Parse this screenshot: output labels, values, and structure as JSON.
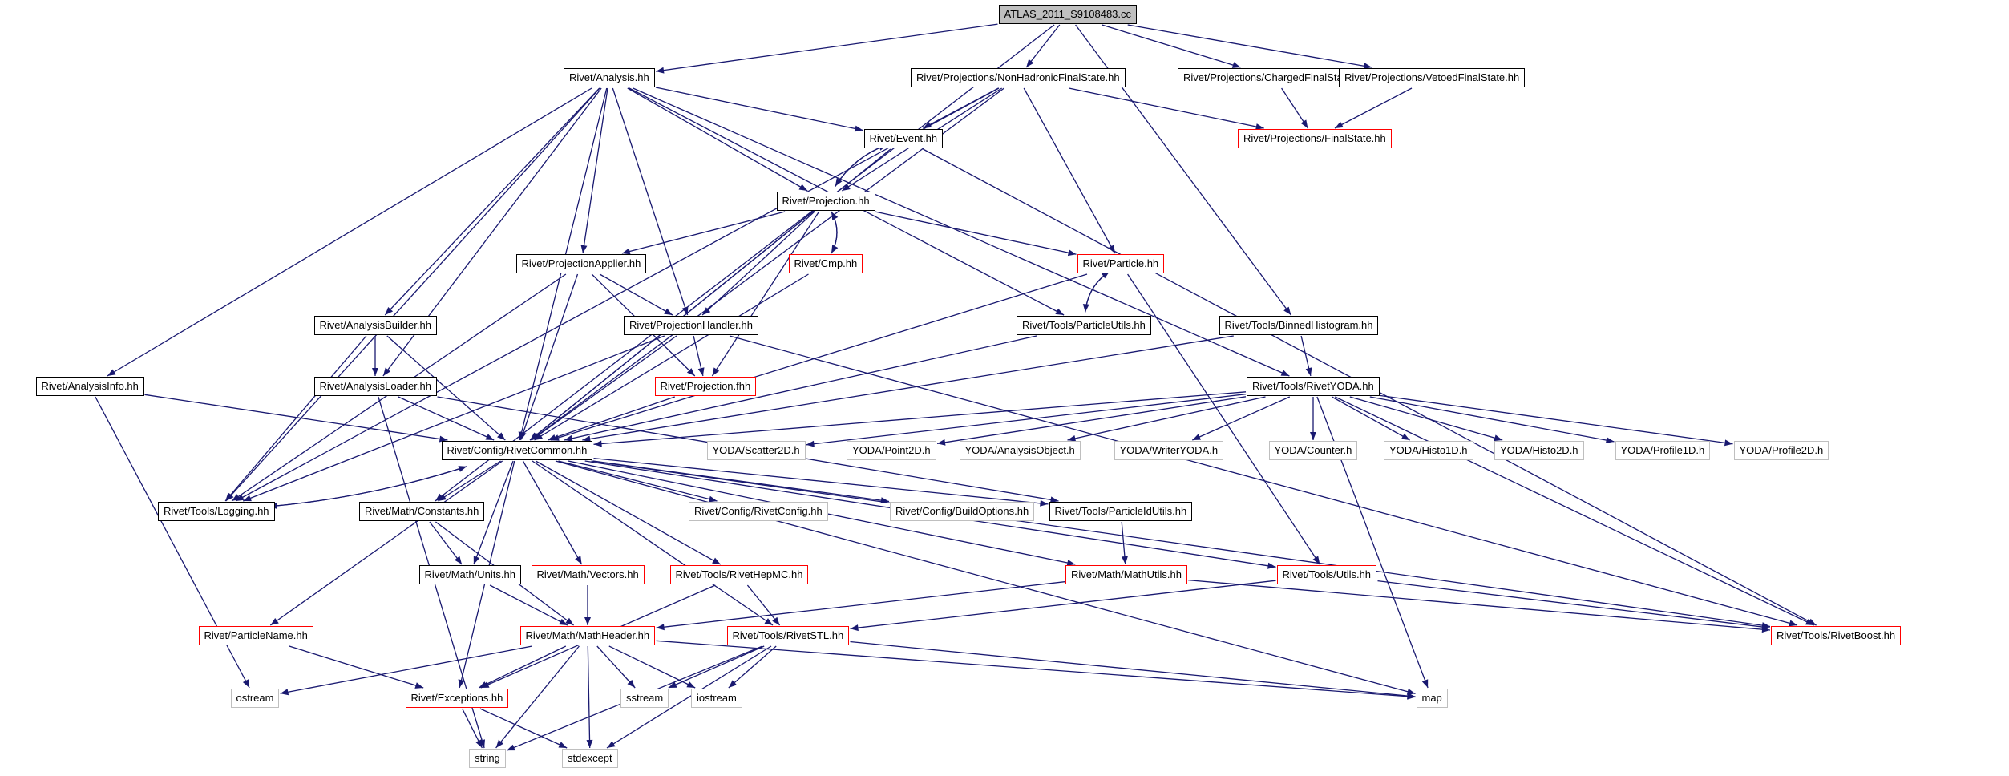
{
  "nodes": [
    {
      "id": "root",
      "label": "ATLAS_2011_S9108483.cc",
      "style": "root"
    },
    {
      "id": "analysis",
      "label": "Rivet/Analysis.hh",
      "style": "normal"
    },
    {
      "id": "nhfs",
      "label": "Rivet/Projections/NonHadronicFinalState.hh",
      "style": "normal"
    },
    {
      "id": "cfs",
      "label": "Rivet/Projections/ChargedFinalState.hh",
      "style": "normal"
    },
    {
      "id": "vfs",
      "label": "Rivet/Projections/VetoedFinalState.hh",
      "style": "normal"
    },
    {
      "id": "finalstate",
      "label": "Rivet/Projections/FinalState.hh",
      "style": "red"
    },
    {
      "id": "event",
      "label": "Rivet/Event.hh",
      "style": "normal"
    },
    {
      "id": "projection",
      "label": "Rivet/Projection.hh",
      "style": "normal"
    },
    {
      "id": "projapplier",
      "label": "Rivet/ProjectionApplier.hh",
      "style": "normal"
    },
    {
      "id": "cmp",
      "label": "Rivet/Cmp.hh",
      "style": "red"
    },
    {
      "id": "particle",
      "label": "Rivet/Particle.hh",
      "style": "red"
    },
    {
      "id": "anabuilder",
      "label": "Rivet/AnalysisBuilder.hh",
      "style": "normal"
    },
    {
      "id": "projhandler",
      "label": "Rivet/ProjectionHandler.hh",
      "style": "normal"
    },
    {
      "id": "particleutils",
      "label": "Rivet/Tools/ParticleUtils.hh",
      "style": "normal"
    },
    {
      "id": "binnedhisto",
      "label": "Rivet/Tools/BinnedHistogram.hh",
      "style": "normal"
    },
    {
      "id": "anainfo",
      "label": "Rivet/AnalysisInfo.hh",
      "style": "normal"
    },
    {
      "id": "analoader",
      "label": "Rivet/AnalysisLoader.hh",
      "style": "normal"
    },
    {
      "id": "projfhh",
      "label": "Rivet/Projection.fhh",
      "style": "red"
    },
    {
      "id": "rivetyoda",
      "label": "Rivet/Tools/RivetYODA.hh",
      "style": "normal"
    },
    {
      "id": "rivetcommon",
      "label": "Rivet/Config/RivetCommon.hh",
      "style": "normal"
    },
    {
      "id": "scatter2d",
      "label": "YODA/Scatter2D.h",
      "style": "ext"
    },
    {
      "id": "point2d",
      "label": "YODA/Point2D.h",
      "style": "ext"
    },
    {
      "id": "anaobject",
      "label": "YODA/AnalysisObject.h",
      "style": "ext"
    },
    {
      "id": "writeryoda",
      "label": "YODA/WriterYODA.h",
      "style": "ext"
    },
    {
      "id": "counter",
      "label": "YODA/Counter.h",
      "style": "ext"
    },
    {
      "id": "histo1d",
      "label": "YODA/Histo1D.h",
      "style": "ext"
    },
    {
      "id": "histo2d",
      "label": "YODA/Histo2D.h",
      "style": "ext"
    },
    {
      "id": "profile1d",
      "label": "YODA/Profile1D.h",
      "style": "ext"
    },
    {
      "id": "profile2d",
      "label": "YODA/Profile2D.h",
      "style": "ext"
    },
    {
      "id": "logging",
      "label": "Rivet/Tools/Logging.hh",
      "style": "normal"
    },
    {
      "id": "constants",
      "label": "Rivet/Math/Constants.hh",
      "style": "normal"
    },
    {
      "id": "rivetconfig",
      "label": "Rivet/Config/RivetConfig.hh",
      "style": "ext"
    },
    {
      "id": "buildoptions",
      "label": "Rivet/Config/BuildOptions.hh",
      "style": "ext"
    },
    {
      "id": "particleidutils",
      "label": "Rivet/Tools/ParticleIdUtils.hh",
      "style": "normal"
    },
    {
      "id": "units",
      "label": "Rivet/Math/Units.hh",
      "style": "normal"
    },
    {
      "id": "vectors",
      "label": "Rivet/Math/Vectors.hh",
      "style": "red"
    },
    {
      "id": "rivethepmc",
      "label": "Rivet/Tools/RivetHepMC.hh",
      "style": "red"
    },
    {
      "id": "mathutils",
      "label": "Rivet/Math/MathUtils.hh",
      "style": "red"
    },
    {
      "id": "toolsutils",
      "label": "Rivet/Tools/Utils.hh",
      "style": "red"
    },
    {
      "id": "particlename",
      "label": "Rivet/ParticleName.hh",
      "style": "red"
    },
    {
      "id": "mathheader",
      "label": "Rivet/Math/MathHeader.hh",
      "style": "red"
    },
    {
      "id": "rivetstl",
      "label": "Rivet/Tools/RivetSTL.hh",
      "style": "red"
    },
    {
      "id": "rivetboost",
      "label": "Rivet/Tools/RivetBoost.hh",
      "style": "red"
    },
    {
      "id": "ostream",
      "label": "ostream",
      "style": "ext"
    },
    {
      "id": "exceptions",
      "label": "Rivet/Exceptions.hh",
      "style": "red"
    },
    {
      "id": "sstream",
      "label": "sstream",
      "style": "ext"
    },
    {
      "id": "iostream",
      "label": "iostream",
      "style": "ext"
    },
    {
      "id": "map",
      "label": "map",
      "style": "ext"
    },
    {
      "id": "string",
      "label": "string",
      "style": "ext"
    },
    {
      "id": "stdexcept",
      "label": "stdexcept",
      "style": "ext"
    }
  ],
  "edges": [
    [
      "root",
      "analysis"
    ],
    [
      "root",
      "nhfs"
    ],
    [
      "root",
      "cfs"
    ],
    [
      "root",
      "vfs"
    ],
    [
      "root",
      "binnedhisto"
    ],
    [
      "root",
      "constants"
    ],
    [
      "nhfs",
      "finalstate"
    ],
    [
      "cfs",
      "finalstate"
    ],
    [
      "vfs",
      "finalstate"
    ],
    [
      "nhfs",
      "event"
    ],
    [
      "nhfs",
      "projection"
    ],
    [
      "nhfs",
      "particle"
    ],
    [
      "nhfs",
      "rivetcommon"
    ],
    [
      "nhfs",
      "logging"
    ],
    [
      "analysis",
      "event"
    ],
    [
      "analysis",
      "projection"
    ],
    [
      "analysis",
      "projapplier"
    ],
    [
      "analysis",
      "projhandler"
    ],
    [
      "analysis",
      "anabuilder"
    ],
    [
      "analysis",
      "anainfo"
    ],
    [
      "analysis",
      "analoader"
    ],
    [
      "analysis",
      "logging"
    ],
    [
      "analysis",
      "rivetcommon"
    ],
    [
      "analysis",
      "particleutils"
    ],
    [
      "analysis",
      "rivetyoda"
    ],
    [
      "event",
      "projection"
    ],
    [
      "projection",
      "event"
    ],
    [
      "event",
      "rivetcommon"
    ],
    [
      "event",
      "rivetboost"
    ],
    [
      "projection",
      "cmp"
    ],
    [
      "cmp",
      "projection"
    ],
    [
      "projection",
      "particle"
    ],
    [
      "projection",
      "projapplier"
    ],
    [
      "projection",
      "projhandler"
    ],
    [
      "projection",
      "projfhh"
    ],
    [
      "projection",
      "rivetcommon"
    ],
    [
      "particle",
      "particleutils"
    ],
    [
      "particleutils",
      "particle"
    ],
    [
      "particle",
      "rivetcommon"
    ],
    [
      "particle",
      "toolsutils"
    ],
    [
      "particleutils",
      "rivetcommon"
    ],
    [
      "cmp",
      "rivetcommon"
    ],
    [
      "projapplier",
      "projhandler"
    ],
    [
      "projapplier",
      "projfhh"
    ],
    [
      "projapplier",
      "logging"
    ],
    [
      "projapplier",
      "rivetcommon"
    ],
    [
      "projhandler",
      "projfhh"
    ],
    [
      "projhandler",
      "rivetcommon"
    ],
    [
      "projhandler",
      "logging"
    ],
    [
      "projhandler",
      "rivetboost"
    ],
    [
      "projfhh",
      "rivetcommon"
    ],
    [
      "anabuilder",
      "analoader"
    ],
    [
      "anabuilder",
      "logging"
    ],
    [
      "anabuilder",
      "rivetcommon"
    ],
    [
      "analoader",
      "rivetcommon"
    ],
    [
      "analoader",
      "particleidutils"
    ],
    [
      "analoader",
      "string"
    ],
    [
      "anainfo",
      "rivetcommon"
    ],
    [
      "anainfo",
      "ostream"
    ],
    [
      "binnedhisto",
      "rivetyoda"
    ],
    [
      "binnedhisto",
      "rivetcommon"
    ],
    [
      "rivetyoda",
      "rivetcommon"
    ],
    [
      "rivetyoda",
      "scatter2d"
    ],
    [
      "rivetyoda",
      "point2d"
    ],
    [
      "rivetyoda",
      "anaobject"
    ],
    [
      "rivetyoda",
      "writeryoda"
    ],
    [
      "rivetyoda",
      "counter"
    ],
    [
      "rivetyoda",
      "histo1d"
    ],
    [
      "rivetyoda",
      "histo2d"
    ],
    [
      "rivetyoda",
      "profile1d"
    ],
    [
      "rivetyoda",
      "profile2d"
    ],
    [
      "rivetyoda",
      "rivetboost"
    ],
    [
      "rivetyoda",
      "map"
    ],
    [
      "rivetcommon",
      "logging"
    ],
    [
      "logging",
      "rivetcommon"
    ],
    [
      "rivetcommon",
      "constants"
    ],
    [
      "rivetcommon",
      "units"
    ],
    [
      "rivetcommon",
      "vectors"
    ],
    [
      "rivetcommon",
      "rivethepmc"
    ],
    [
      "rivetcommon",
      "rivetstl"
    ],
    [
      "rivetcommon",
      "rivetconfig"
    ],
    [
      "rivetcommon",
      "buildoptions"
    ],
    [
      "rivetcommon",
      "particleidutils"
    ],
    [
      "rivetcommon",
      "mathutils"
    ],
    [
      "rivetcommon",
      "toolsutils"
    ],
    [
      "rivetcommon",
      "rivetboost"
    ],
    [
      "rivetcommon",
      "exceptions"
    ],
    [
      "rivetcommon",
      "particlename"
    ],
    [
      "rivetcommon",
      "map"
    ],
    [
      "constants",
      "units"
    ],
    [
      "constants",
      "mathheader"
    ],
    [
      "units",
      "mathheader"
    ],
    [
      "vectors",
      "mathheader"
    ],
    [
      "rivethepmc",
      "rivetstl"
    ],
    [
      "rivethepmc",
      "exceptions"
    ],
    [
      "particleidutils",
      "mathutils"
    ],
    [
      "mathutils",
      "mathheader"
    ],
    [
      "mathutils",
      "rivetboost"
    ],
    [
      "toolsutils",
      "rivetstl"
    ],
    [
      "toolsutils",
      "rivetboost"
    ],
    [
      "particlename",
      "exceptions"
    ],
    [
      "mathheader",
      "exceptions"
    ],
    [
      "mathheader",
      "ostream"
    ],
    [
      "mathheader",
      "sstream"
    ],
    [
      "mathheader",
      "iostream"
    ],
    [
      "mathheader",
      "string"
    ],
    [
      "mathheader",
      "stdexcept"
    ],
    [
      "mathheader",
      "map"
    ],
    [
      "rivetstl",
      "sstream"
    ],
    [
      "rivetstl",
      "iostream"
    ],
    [
      "rivetstl",
      "string"
    ],
    [
      "rivetstl",
      "stdexcept"
    ],
    [
      "rivetstl",
      "map"
    ],
    [
      "exceptions",
      "string"
    ],
    [
      "exceptions",
      "stdexcept"
    ]
  ]
}
